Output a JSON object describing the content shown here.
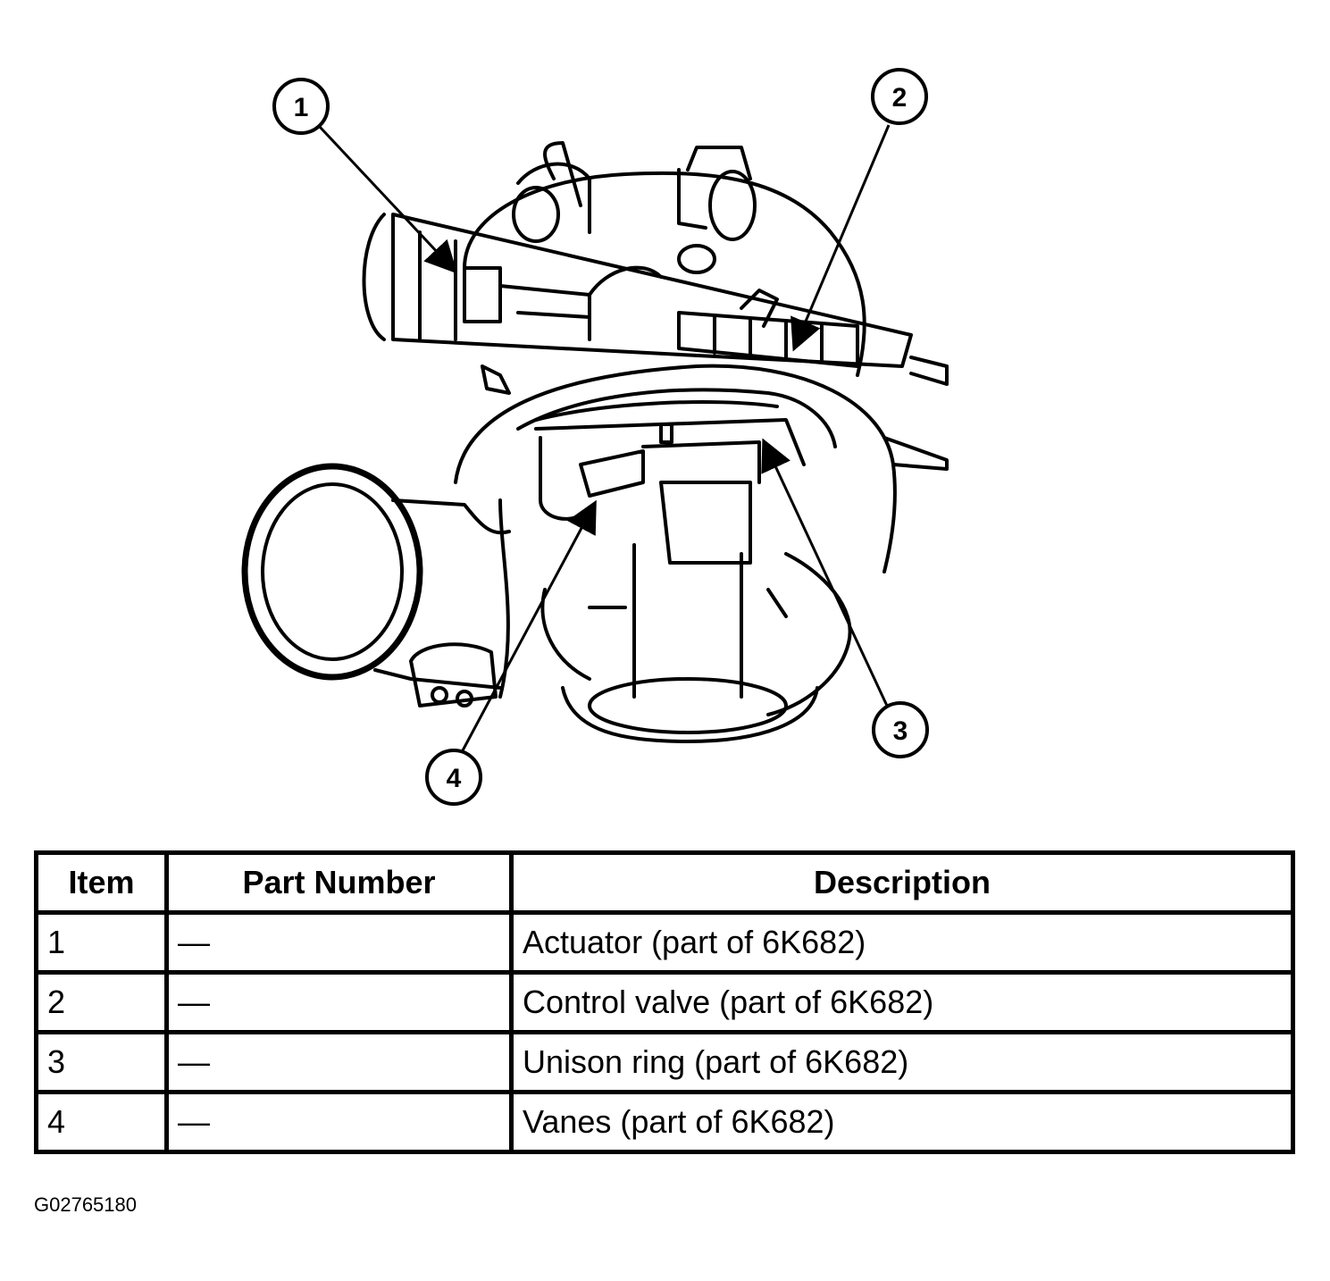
{
  "callouts": [
    "1",
    "2",
    "3",
    "4"
  ],
  "table": {
    "headers": [
      "Item",
      "Part Number",
      "Description"
    ],
    "rows": [
      {
        "item": "1",
        "part_number": "—",
        "description": "Actuator (part of 6K682)"
      },
      {
        "item": "2",
        "part_number": "—",
        "description": "Control valve (part of 6K682)"
      },
      {
        "item": "3",
        "part_number": "—",
        "description": "Unison ring (part of 6K682)"
      },
      {
        "item": "4",
        "part_number": "—",
        "description": "Vanes (part of 6K682)"
      }
    ]
  },
  "figure_id": "G02765180"
}
